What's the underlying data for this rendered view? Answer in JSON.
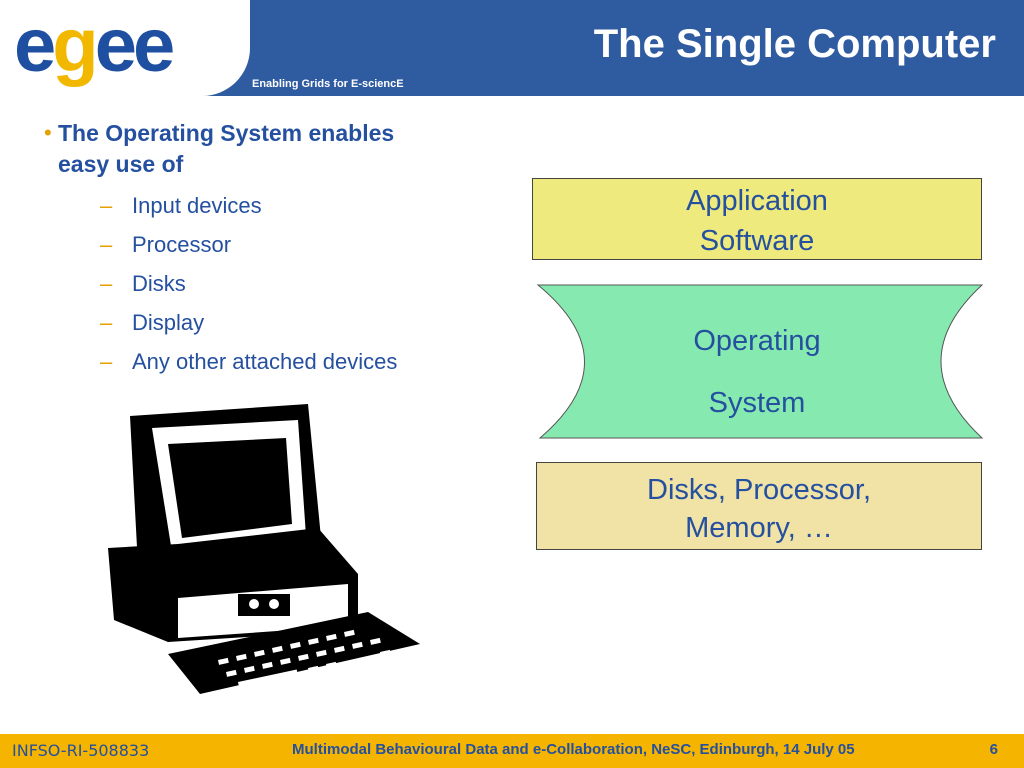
{
  "header": {
    "logo": "egee",
    "tagline": "Enabling Grids for E-sciencE",
    "title": "The Single Computer",
    "accent_color": "#2f5ba0"
  },
  "content": {
    "main_bullet": "The Operating System enables easy use of",
    "sub_items": [
      "Input devices",
      "Processor",
      "Disks",
      "Display",
      "Any other attached devices"
    ],
    "sub_marker": "–"
  },
  "diagram": {
    "application_line1": "Application",
    "application_line2": "Software",
    "os_line1": "Operating",
    "os_line2": "System",
    "hardware_line1": "Disks, Processor,",
    "hardware_line2": "Memory, …",
    "colors": {
      "application": "#eeea7e",
      "os": "#86eab0",
      "hardware": "#f1e2a6"
    }
  },
  "illustration": {
    "icon": "desktop-computer-clipart"
  },
  "footer": {
    "project_id": "INFSO-RI-508833",
    "event": "Multimodal Behavioural Data and e-Collaboration, NeSC, Edinburgh, 14 July 05",
    "page_number": "6",
    "color": "#f5b400"
  }
}
